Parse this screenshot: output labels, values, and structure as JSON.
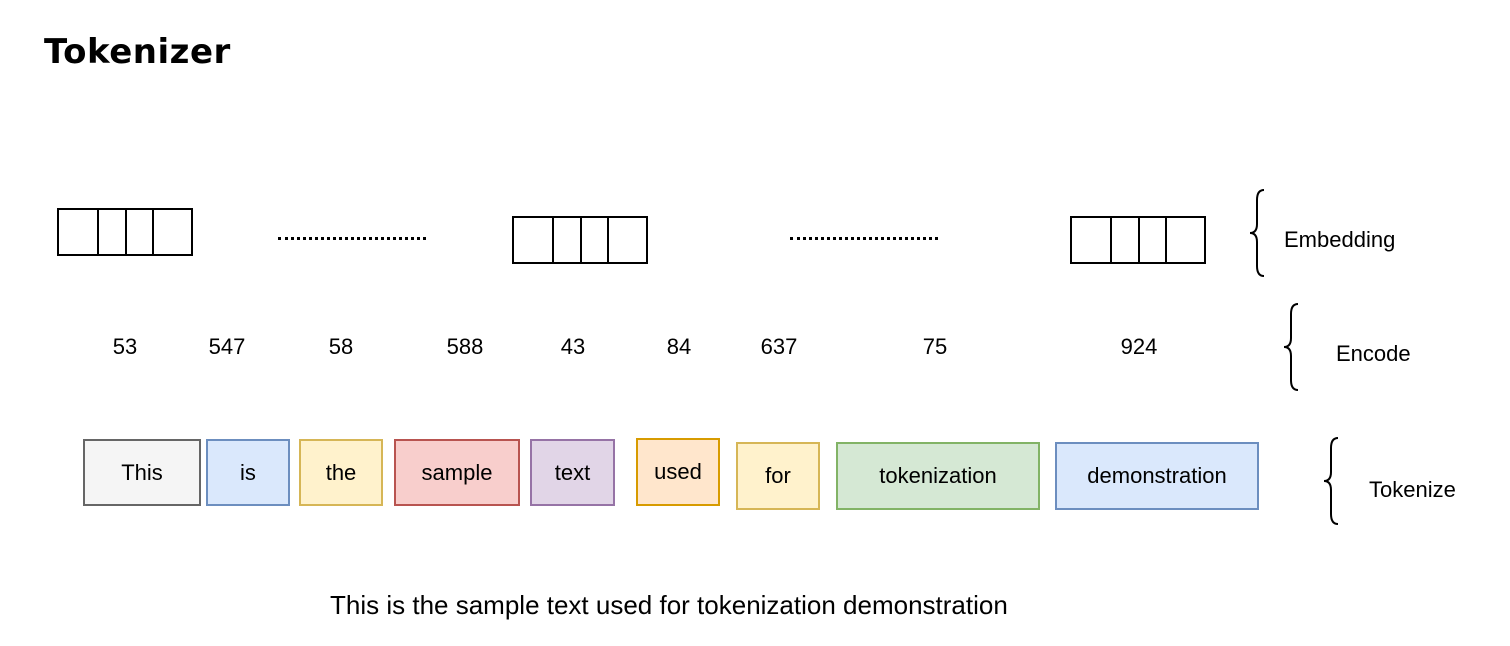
{
  "title": "Tokenizer",
  "labels": {
    "embedding": "Embedding",
    "encode": "Encode",
    "tokenize": "Tokenize"
  },
  "encoded": [
    "53",
    "547",
    "58",
    "588",
    "43",
    "84",
    "637",
    "75",
    "924"
  ],
  "tokens": [
    {
      "text": "This",
      "fill": "#f5f5f5",
      "stroke": "#666666"
    },
    {
      "text": "is",
      "fill": "#dae8fc",
      "stroke": "#6c8ebf"
    },
    {
      "text": "the",
      "fill": "#fff2cc",
      "stroke": "#d6b656"
    },
    {
      "text": "sample",
      "fill": "#f8cecc",
      "stroke": "#b85450"
    },
    {
      "text": "text",
      "fill": "#e1d5e7",
      "stroke": "#9673a6"
    },
    {
      "text": "used",
      "fill": "#ffe6cc",
      "stroke": "#d79b00"
    },
    {
      "text": "for",
      "fill": "#fff2cc",
      "stroke": "#d6b656"
    },
    {
      "text": "tokenization",
      "fill": "#d5e8d4",
      "stroke": "#82b366"
    },
    {
      "text": "demonstration",
      "fill": "#dae8fc",
      "stroke": "#6c8ebf"
    }
  ],
  "sentence": "This is the sample text used for tokenization demonstration"
}
